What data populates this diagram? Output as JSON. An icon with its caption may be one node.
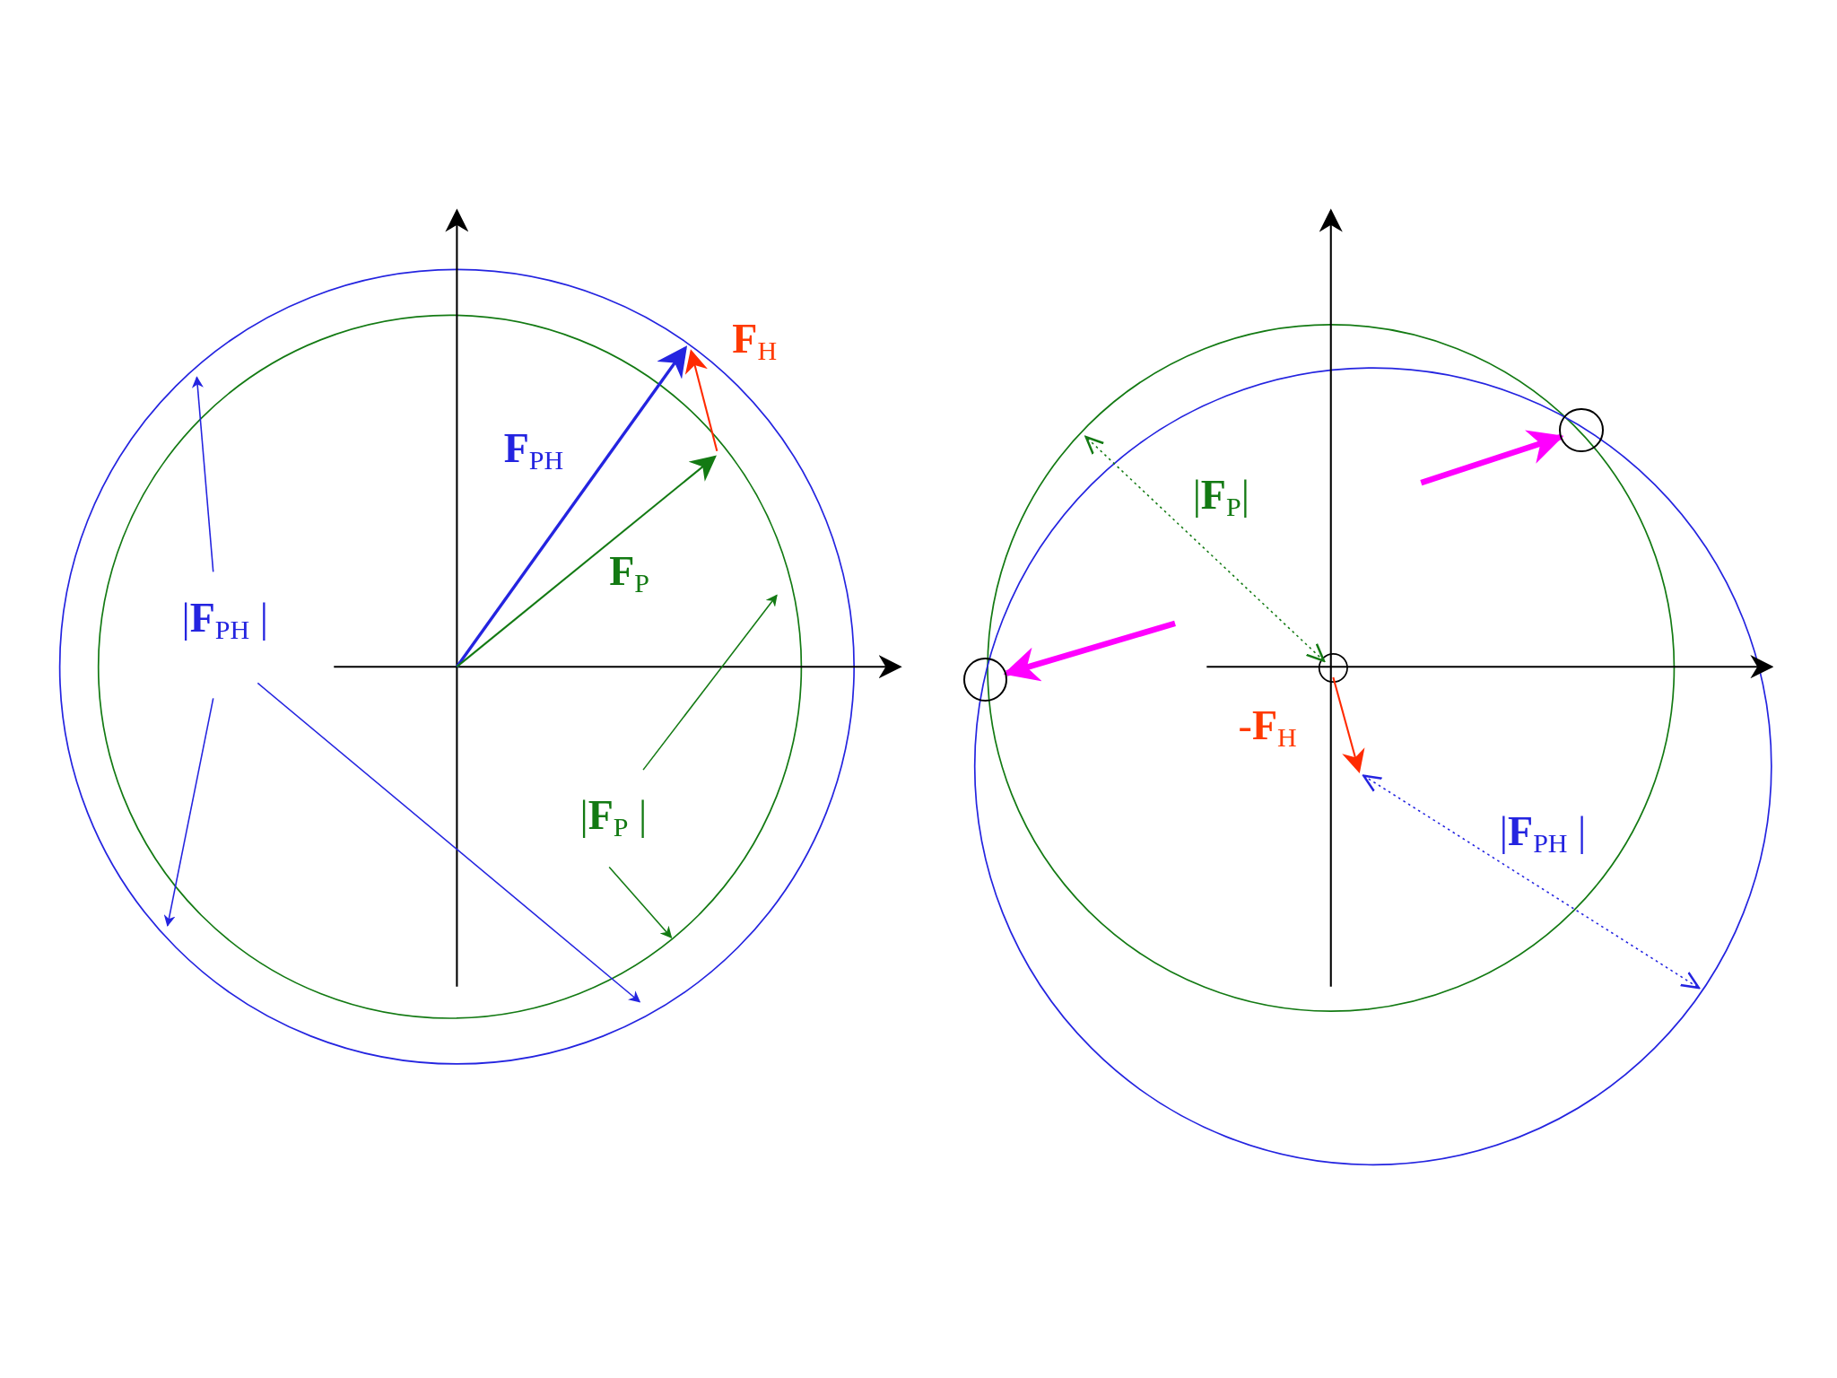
{
  "diagram": {
    "nodes": [
      {
        "text": [],
        "shape": "circle"
      },
      {
        "text": [],
        "shape": "circle"
      }
    ],
    "edges": [
      {
        "from": null,
        "to": 1,
        "arrow": "to"
      },
      {
        "from": null,
        "to": 0,
        "arrow": "to"
      }
    ],
    "labels": [
      "**F**$_{H}$",
      "**F**$_{PH}$",
      "**F**$_{P}$",
      "|**F**$_{PH}$ |",
      "|**F**$_{P}$ |",
      "|**F**$_{P}$|",
      "-**F**$_{H}$",
      "|**F**$_{PH}$ |"
    ]
  }
}
